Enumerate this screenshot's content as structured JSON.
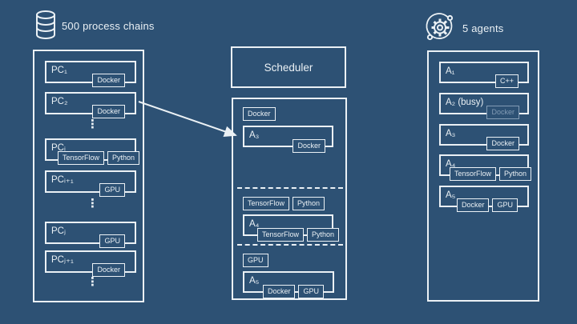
{
  "colors": {
    "background": "#2d5174",
    "stroke": "#ebf1f5",
    "busy": "#839cb5"
  },
  "ellipsis": "⋮",
  "process_chains": {
    "header": "500 process chains",
    "rows": [
      {
        "label": "PC₁",
        "tags": [
          "Docker"
        ]
      },
      {
        "label": "PC₂",
        "tags": [
          "Docker"
        ]
      },
      {
        "label": "PCᵢ",
        "tags": [
          "TensorFlow",
          "Python"
        ]
      },
      {
        "label": "PCᵢ₊₁",
        "tags": [
          "GPU"
        ]
      },
      {
        "label": "PCⱼ",
        "tags": [
          "GPU"
        ]
      },
      {
        "label": "PCⱼ₊₁",
        "tags": [
          "Docker"
        ]
      }
    ]
  },
  "scheduler": {
    "title": "Scheduler",
    "queue": [
      {
        "requirements": [
          "Docker"
        ],
        "agent_label": "A₃",
        "agent_tags": [
          "Docker"
        ]
      },
      {
        "requirements": [
          "TensorFlow",
          "Python"
        ],
        "agent_label": "A₄",
        "agent_tags": [
          "TensorFlow",
          "Python"
        ]
      },
      {
        "requirements": [
          "GPU"
        ],
        "agent_label": "A₅",
        "agent_tags": [
          "Docker",
          "GPU"
        ]
      }
    ]
  },
  "agents": {
    "header": "5 agents",
    "rows": [
      {
        "label": "A₁",
        "tags": [
          "C++"
        ],
        "busy": false
      },
      {
        "label": "A₂ (busy)",
        "tags": [
          "Docker"
        ],
        "busy": true
      },
      {
        "label": "A₃",
        "tags": [
          "Docker"
        ],
        "busy": false
      },
      {
        "label": "A₄",
        "tags": [
          "TensorFlow",
          "Python"
        ],
        "busy": false
      },
      {
        "label": "A₅",
        "tags": [
          "Docker",
          "GPU"
        ],
        "busy": false
      }
    ]
  }
}
